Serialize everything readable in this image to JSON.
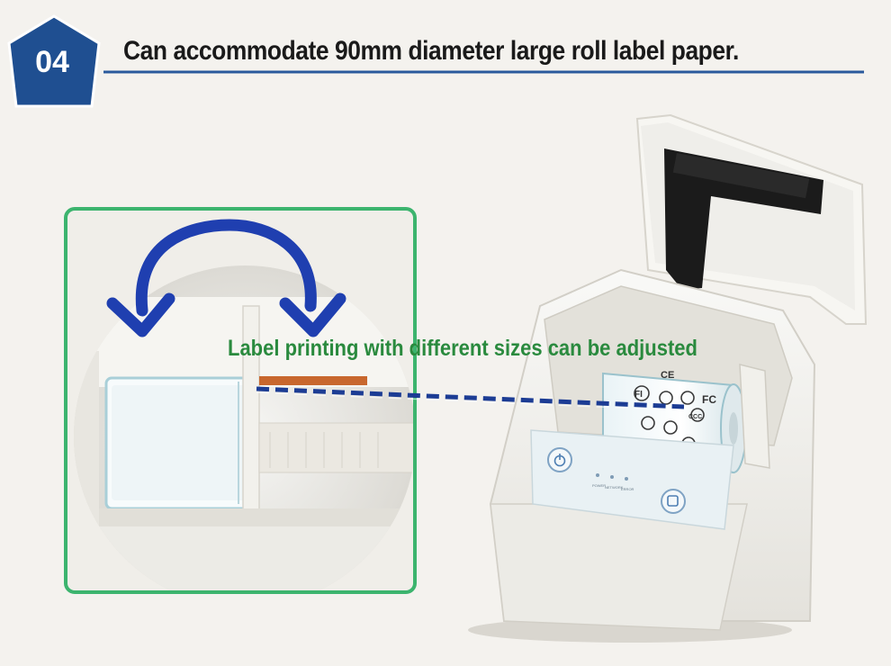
{
  "header": {
    "badge_number": "04",
    "title": "Can accommodate 90mm diameter large roll label paper."
  },
  "inset": {
    "caption": "Label printing with different sizes can be adjusted"
  },
  "printer": {
    "label_marks": [
      "FI",
      "CE",
      "FC",
      "CCC"
    ],
    "indicator_labels": [
      "POWER",
      "NETWORK",
      "ERROR"
    ]
  },
  "colors": {
    "badge": "#1f4f91",
    "rule": "#2a5a9c",
    "inset_border": "#3cb46e",
    "arrow": "#1f3fb0",
    "caption": "#2a8a3e",
    "dashed_line": "#1c3c94"
  }
}
